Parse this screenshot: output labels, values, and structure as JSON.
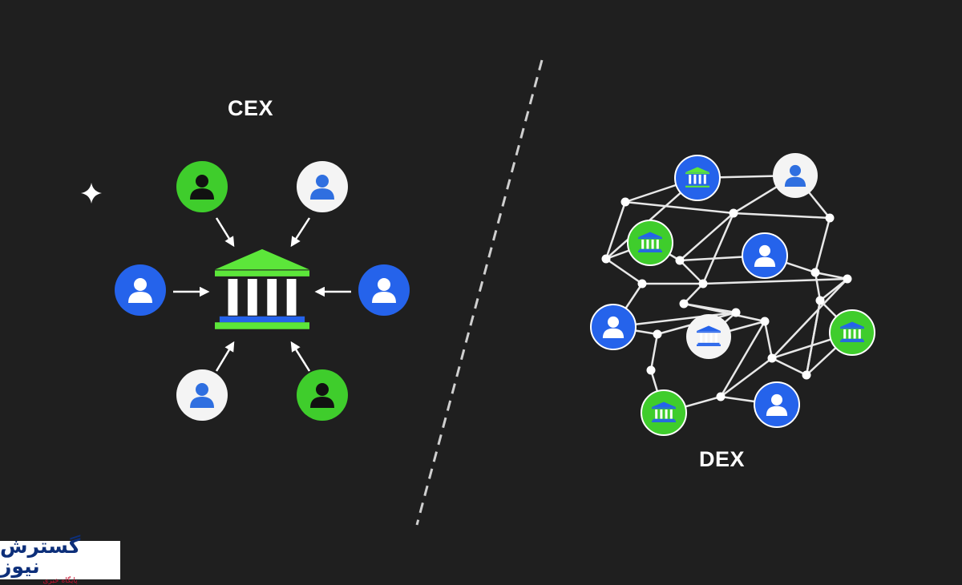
{
  "cex": {
    "title": "CEX",
    "hub": {
      "icon": "bank-icon",
      "color": "#5ce63a"
    },
    "users": [
      {
        "color": "#3fcd2c",
        "figure": "#111111",
        "icon": "user-icon"
      },
      {
        "color": "#f4f4f4",
        "figure": "#2f6fe0",
        "icon": "user-icon"
      },
      {
        "color": "#2563eb",
        "figure": "#ffffff",
        "icon": "user-icon"
      },
      {
        "color": "#2563eb",
        "figure": "#ffffff",
        "icon": "user-icon"
      },
      {
        "color": "#f4f4f4",
        "figure": "#2f6fe0",
        "icon": "user-icon"
      },
      {
        "color": "#3fcd2c",
        "figure": "#111111",
        "icon": "user-icon"
      }
    ]
  },
  "dex": {
    "title": "DEX",
    "nodes": [
      {
        "kind": "bank",
        "color": "#2563eb"
      },
      {
        "kind": "user",
        "color": "#f4f4f4"
      },
      {
        "kind": "bank",
        "color": "#3fcd2c"
      },
      {
        "kind": "user",
        "color": "#2563eb"
      },
      {
        "kind": "user",
        "color": "#2563eb"
      },
      {
        "kind": "bank",
        "color": "#f4f4f4"
      },
      {
        "kind": "bank",
        "color": "#3fcd2c"
      },
      {
        "kind": "bank",
        "color": "#3fcd2c"
      },
      {
        "kind": "user",
        "color": "#2563eb"
      }
    ]
  },
  "logo": {
    "name": "گسترش نیوز",
    "tagline": "پایگاه خبری"
  },
  "colors": {
    "background": "#1f1f1f",
    "divider": "#cfcfcf",
    "links": "#e8e8e8"
  }
}
